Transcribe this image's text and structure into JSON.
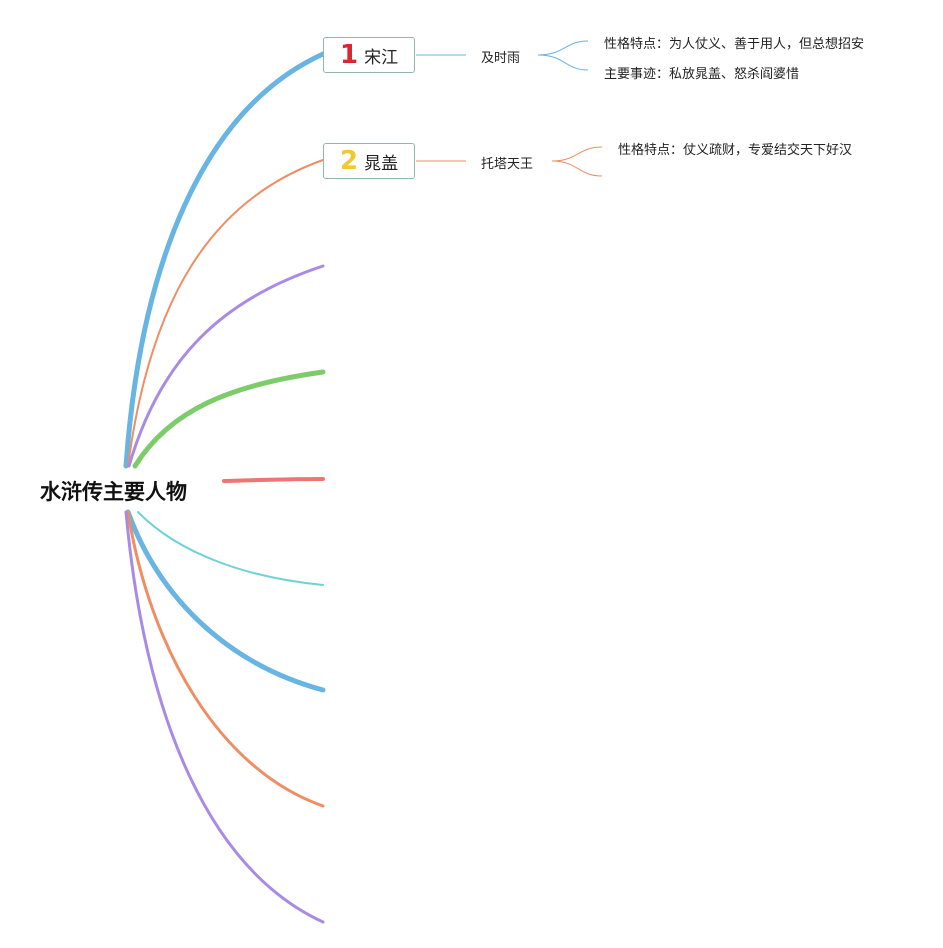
{
  "root": {
    "title": "水浒传主要人物"
  },
  "characters": [
    {
      "number": "1",
      "name": "宋江",
      "number_color": "#d9262f",
      "nickname": "及时雨",
      "details": [
        "性格特点：为人仗义、善于用人，但总想招安",
        "主要事迹：私放晁盖、怒杀阎婆惜"
      ]
    },
    {
      "number": "2",
      "name": "晁盖",
      "number_color": "#f2c832",
      "nickname": "托塔天王",
      "details": [
        "性格特点：仗义疏财，专爱结交天下好汉"
      ]
    }
  ],
  "branch_colors": [
    "#68b4e2",
    "#ef8d63",
    "#a98ae4",
    "#7ccd6a",
    "#ef7474",
    "#6fd2d6",
    "#68b4e2",
    "#ef8d63",
    "#a98ae4"
  ]
}
